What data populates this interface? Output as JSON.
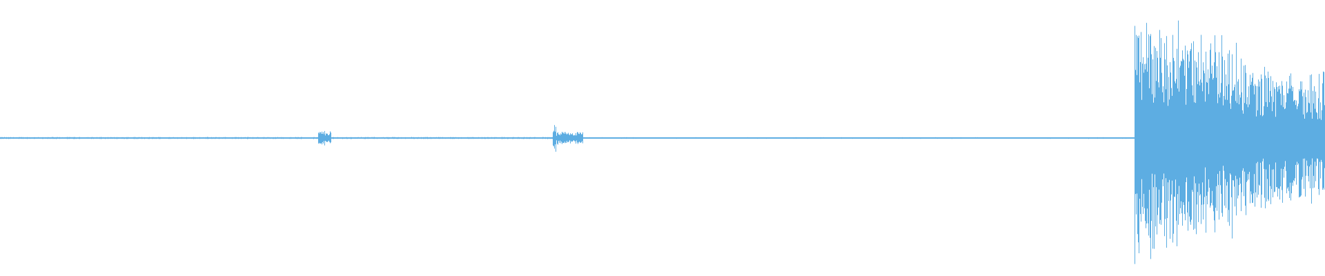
{
  "chart_data": {
    "type": "area",
    "subtype": "audio-waveform",
    "title": "",
    "xlabel": "",
    "ylabel": "",
    "x_range": [
      0,
      1
    ],
    "ylim": [
      -1,
      1
    ],
    "grid": false,
    "legend": "none",
    "color": "#5dade2",
    "series": [
      {
        "name": "",
        "segments": [
          {
            "start": 0.0,
            "end": 0.24,
            "amplitude": 0.008
          },
          {
            "start": 0.24,
            "end": 0.25,
            "amplitude": 0.06
          },
          {
            "start": 0.25,
            "end": 0.417,
            "amplitude": 0.008
          },
          {
            "start": 0.417,
            "end": 0.42,
            "amplitude": 0.11
          },
          {
            "start": 0.42,
            "end": 0.44,
            "amplitude": 0.05
          },
          {
            "start": 0.44,
            "end": 0.856,
            "amplitude": 0.006
          },
          {
            "start": 0.856,
            "end": 0.86,
            "amplitude": 0.95
          },
          {
            "start": 0.86,
            "end": 0.9,
            "amplitude": 0.9
          },
          {
            "start": 0.9,
            "end": 0.935,
            "amplitude": 0.78
          },
          {
            "start": 0.935,
            "end": 0.96,
            "amplitude": 0.6
          },
          {
            "start": 0.96,
            "end": 1.0,
            "amplitude": 0.5
          }
        ]
      }
    ]
  }
}
